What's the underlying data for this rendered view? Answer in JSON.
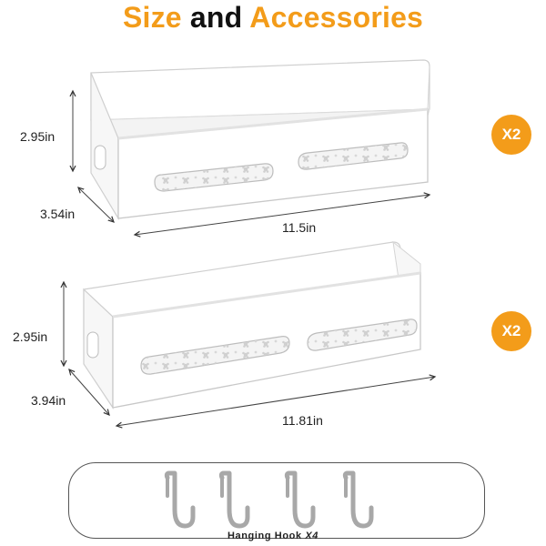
{
  "title": {
    "word1": "Size",
    "word2": "and",
    "word3": "Accessories"
  },
  "shelf_top": {
    "height_label": "2.95in",
    "depth_label": "3.54in",
    "width_label": "11.5in",
    "quantity_badge": "X2"
  },
  "shelf_bottom": {
    "height_label": "2.95in",
    "depth_label": "3.94in",
    "width_label": "11.81in",
    "quantity_badge": "X2"
  },
  "hooks": {
    "caption": "Hanging Hook",
    "multiplier": "X4",
    "count": 4
  },
  "colors": {
    "accent": "#f39c1a",
    "text": "#111111",
    "shelf_body": "#ffffff",
    "shelf_outline": "#c8c8c8"
  }
}
